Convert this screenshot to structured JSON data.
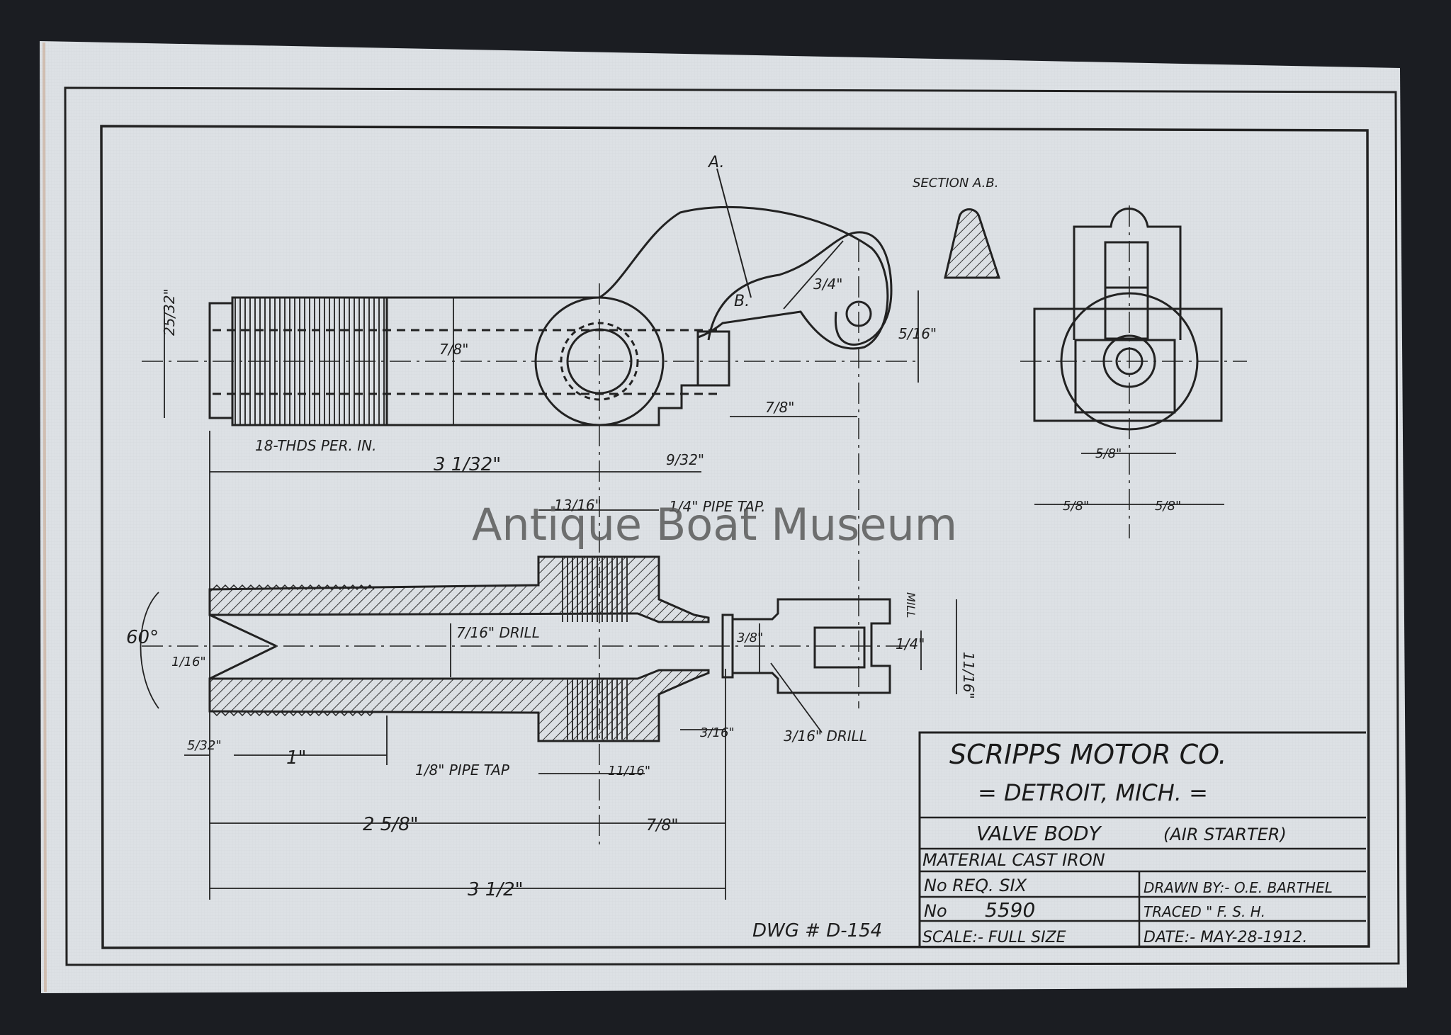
{
  "watermark": "Antique Boat Museum",
  "title_block": {
    "company": "SCRIPPS MOTOR CO.",
    "location": "= DETROIT, MICH. =",
    "part_name": "VALVE BODY",
    "part_note": "(AIR STARTER)",
    "material": "MATERIAL CAST IRON",
    "number_required": "No REQ. SIX",
    "drawn_by": "DRAWN BY:- O.E. BARTHEL",
    "part_no_label": "No",
    "part_no": "5590",
    "traced_by": "TRACED \" F. S. H.",
    "scale": "SCALE:- FULL SIZE",
    "date": "DATE:- MAY-28-1912."
  },
  "drawing_number": "DWG # D-154",
  "section_label": "SECTION A.B.",
  "section_marks": {
    "a": "A.",
    "b": "B."
  },
  "notes": {
    "threads": "18-THDS PER. IN.",
    "pipe_tap_quarter": "1/4\" PIPE TAP.",
    "pipe_tap_eighth": "1/8\" PIPE TAP",
    "drill_7_16": "7/16\" DRILL",
    "drill_3_16": "3/16\" DRILL",
    "mill": "MILL",
    "angle": "60°"
  },
  "dimensions": {
    "d_25_32": "25/32\"",
    "d_7_8_bore": "7/8\"",
    "d_3_4": "3/4\"",
    "d_5_16": "5/16\"",
    "d_7_8_arm": "7/8\"",
    "d_3_1_32": "3 1/32\"",
    "d_9_32": "9/32\"",
    "d_5_8_center": "5/8\"",
    "d_5_8_left": "5/8\"",
    "d_5_8_right": "5/8\"",
    "d_13_16": "13/16\"",
    "d_3_8": "3/8\"",
    "d_1_4": "1/4\"",
    "d_11_16_end": "11/16\"",
    "d_1_16": "1/16\"",
    "d_5_32": "5/32\"",
    "d_1": "1\"",
    "d_3_16": "3/16\"",
    "d_11_16": "11/16\"",
    "d_2_5_8": "2 5/8\"",
    "d_7_8_bottom": "7/8\"",
    "d_3_1_2": "3 1/2\""
  },
  "colors": {
    "background": "#1b1d22",
    "paper": "#dfe2e6",
    "ink": "#222222"
  }
}
